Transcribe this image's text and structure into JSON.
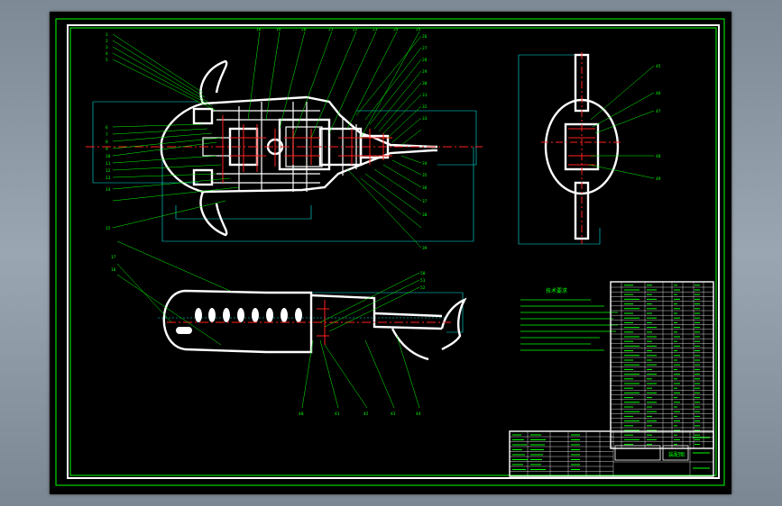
{
  "drawing": {
    "background": "#000000",
    "frame_color": "#00ff00",
    "part_color": "#ffffff",
    "centerline_color": "#ff2020",
    "dimension_color": "#00e6e6"
  },
  "top_view": {
    "callouts_left": [
      "1",
      "2",
      "3",
      "4",
      "5",
      "6",
      "7",
      "8",
      "9",
      "10",
      "11",
      "12",
      "13",
      "14",
      "15"
    ],
    "callouts_top": [
      "18",
      "19",
      "20",
      "21",
      "22",
      "23",
      "24",
      "25"
    ],
    "callouts_right": [
      "26",
      "27",
      "28",
      "29",
      "30",
      "31",
      "32",
      "33",
      "34",
      "35",
      "36",
      "37",
      "38",
      "39"
    ]
  },
  "side_view": {
    "callouts_right": [
      "45",
      "46",
      "47",
      "48",
      "49"
    ]
  },
  "bottom_view": {
    "callouts_left": [
      "17",
      "16"
    ],
    "callouts_top": [
      "50",
      "51",
      "52"
    ],
    "callouts_bottom": [
      "40",
      "41",
      "42",
      "43",
      "44"
    ]
  },
  "tech_notes": {
    "title": "技术要求",
    "lines": [
      "1.",
      "2.",
      "3.",
      "4.",
      "5.",
      "6.",
      "7.",
      "8."
    ]
  },
  "title_block": {
    "name": "装配图"
  }
}
